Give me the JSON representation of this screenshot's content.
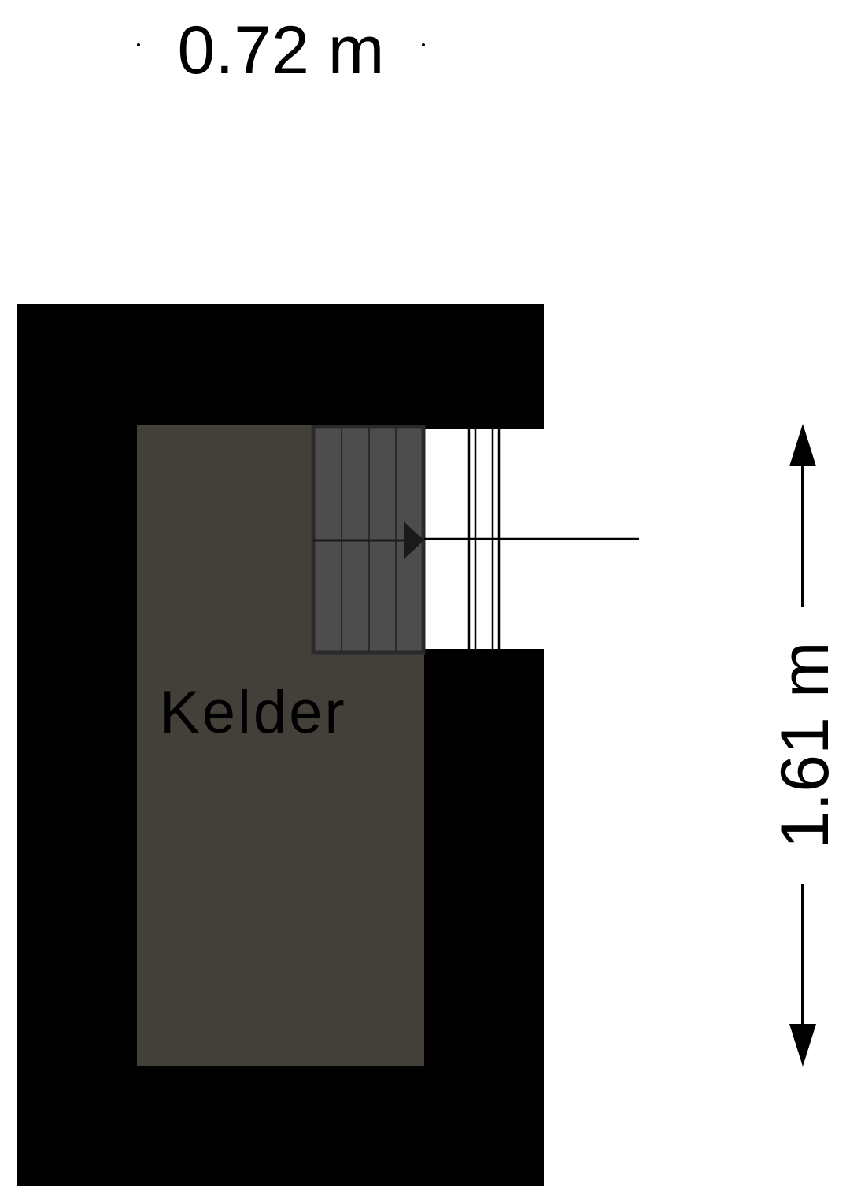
{
  "floor_plan": {
    "room": {
      "label": "Kelder"
    },
    "dimensions": {
      "width_label": "0.72 m",
      "height_label": "1.61 m"
    },
    "colors": {
      "wall": "#000000",
      "room_fill": "#43403a",
      "stair_fill": "#4d4d4d",
      "stair_line": "#2a2a2a",
      "background": "#ffffff"
    },
    "icons": {
      "stair_direction": "arrow-right-icon",
      "dimension_arrows": "double-arrow-vertical-icon"
    }
  }
}
